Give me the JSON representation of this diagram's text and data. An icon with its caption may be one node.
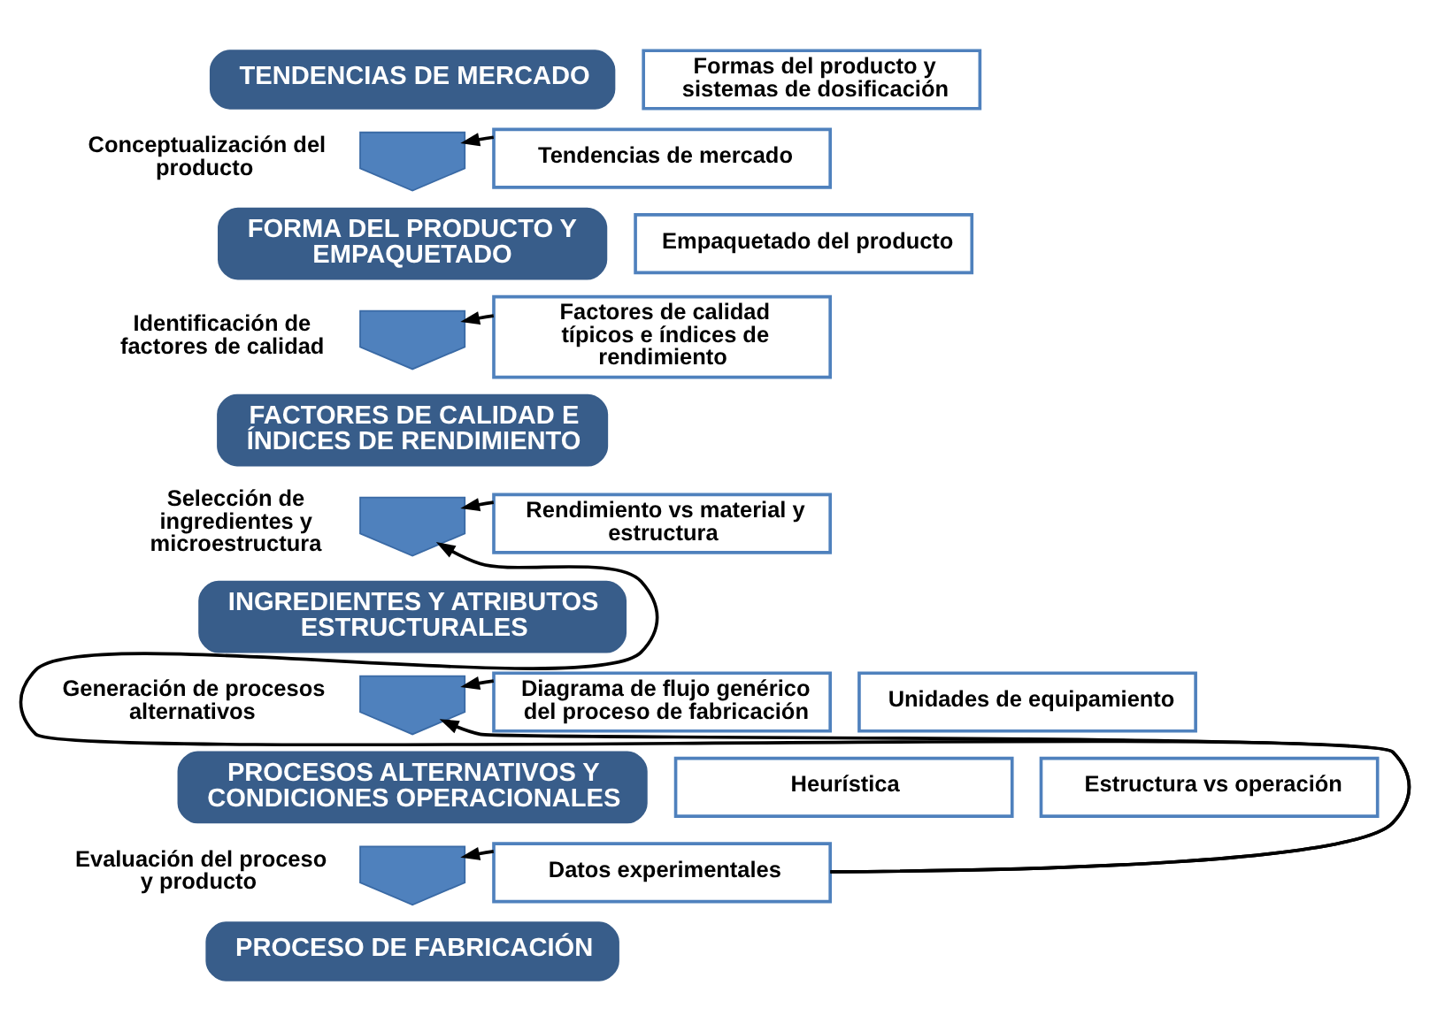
{
  "diagram": {
    "nodes": [
      {
        "text": [
          "TENDENCIAS DE MERCADO"
        ]
      },
      {
        "text": [],
        "shape": "arrow",
        "beside": [
          "Conceptualización del producto"
        ]
      },
      {
        "text": [
          "FORMA DEL PRODUCTO Y EMPAQUETADO"
        ]
      },
      {
        "text": [],
        "shape": "arrow",
        "beside": [
          "Identificación de factores de calidad"
        ]
      },
      {
        "text": [
          "FACTORES DE CALIDAD E ÍNDICES DE RENDIMIENTO"
        ]
      },
      {
        "text": [],
        "shape": "arrow",
        "beside": [
          "Selección de ingredientes y microestructura"
        ]
      },
      {
        "text": [
          "INGREDIENTES Y ATRIBUTOS ESTRUCTURALES"
        ]
      },
      {
        "text": [],
        "shape": "arrow",
        "beside": [
          "Generación de procesos alternativos"
        ]
      },
      {
        "text": [
          "PROCESOS ALTERNATIVOS Y CONDICIONES OPERACIONALES"
        ]
      },
      {
        "text": [],
        "shape": "arrow",
        "beside": [
          "Evaluación del proceso y producto"
        ]
      },
      {
        "text": [
          "PROCESO DE FABRICACIÓN"
        ]
      },
      {
        "text": [
          "Formas del producto y sistemas de dosificación"
        ]
      },
      {
        "text": [
          "Tendencias de mercado"
        ]
      },
      {
        "text": [
          "Empaquetado del producto"
        ]
      },
      {
        "text": [
          "Factores de calidad típicos e índices de rendimiento"
        ]
      },
      {
        "text": [
          "Rendimiento vs material y estructura"
        ]
      },
      {
        "text": [
          "Diagrama de flujo genérico del proceso de fabricación"
        ]
      },
      {
        "text": [
          "Unidades de equipamiento"
        ]
      },
      {
        "text": [
          "Heurística"
        ]
      },
      {
        "text": [
          "Estructura vs operación"
        ]
      },
      {
        "text": [
          "Datos experimentales"
        ]
      }
    ],
    "edges": [
      {
        "from": 12,
        "to": 1,
        "arrow": "to"
      },
      {
        "from": 14,
        "to": 3,
        "arrow": "to"
      },
      {
        "from": 15,
        "to": 5,
        "arrow": "to"
      },
      {
        "from": 20,
        "to": 5,
        "arrow": "to"
      },
      {
        "from": 16,
        "to": 7,
        "arrow": "to"
      },
      {
        "from": 20,
        "to": 7,
        "arrow": "to"
      },
      {
        "from": 20,
        "to": 9,
        "arrow": "to"
      }
    ]
  }
}
